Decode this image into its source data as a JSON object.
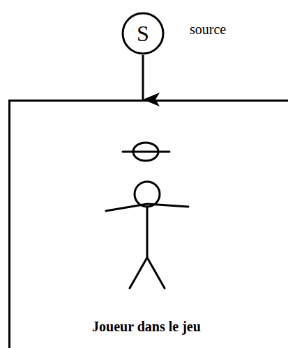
{
  "diagram": {
    "nodes": [
      {
        "text": [
          "S",
          "source"
        ]
      },
      {
        "text": [
          "Joueur dans le jeu"
        ]
      }
    ],
    "edges": [
      {
        "from": 0,
        "to": 1,
        "arrow": "to"
      }
    ]
  }
}
